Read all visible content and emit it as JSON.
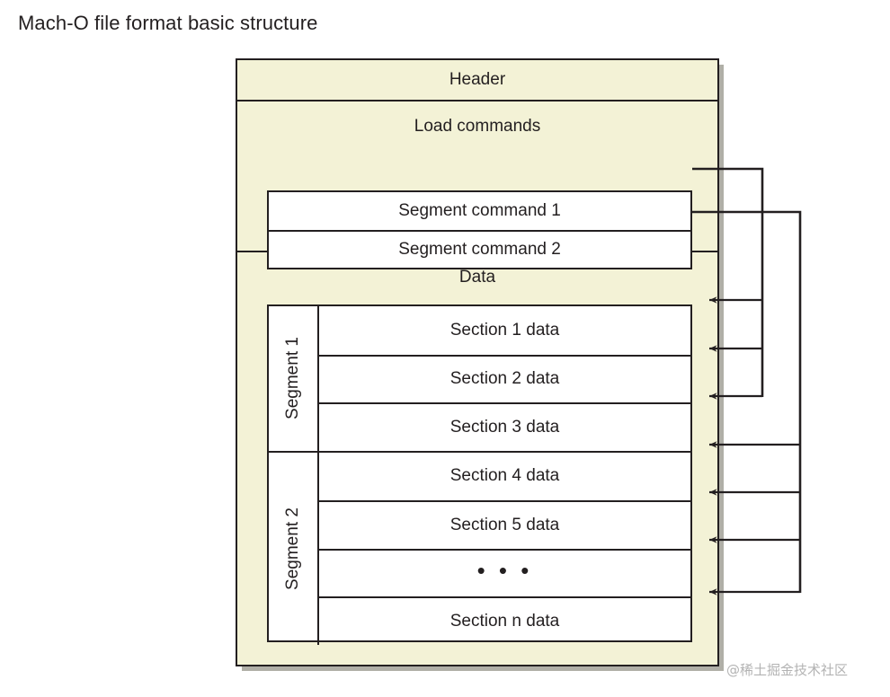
{
  "title": "Mach-O file format basic structure",
  "diagram": {
    "header": {
      "label": "Header"
    },
    "load_commands": {
      "label": "Load commands",
      "commands": [
        {
          "label": "Segment command 1"
        },
        {
          "label": "Segment command 2"
        }
      ]
    },
    "data": {
      "label": "Data",
      "segments": [
        {
          "label": "Segment 1",
          "sections": [
            {
              "label": "Section 1 data"
            },
            {
              "label": "Section 2 data"
            },
            {
              "label": "Section 3 data"
            }
          ]
        },
        {
          "label": "Segment 2",
          "sections": [
            {
              "label": "Section 4 data"
            },
            {
              "label": "Section 5 data"
            },
            {
              "label": "• • •"
            },
            {
              "label": "Section n data"
            }
          ]
        }
      ]
    }
  },
  "colors": {
    "box_fill": "#f3f2d6",
    "box_stroke": "#231f20",
    "inner_fill": "#ffffff",
    "text": "#231f20",
    "watermark": "#b3b3b3"
  },
  "watermark": "@稀土掘金技术社区"
}
